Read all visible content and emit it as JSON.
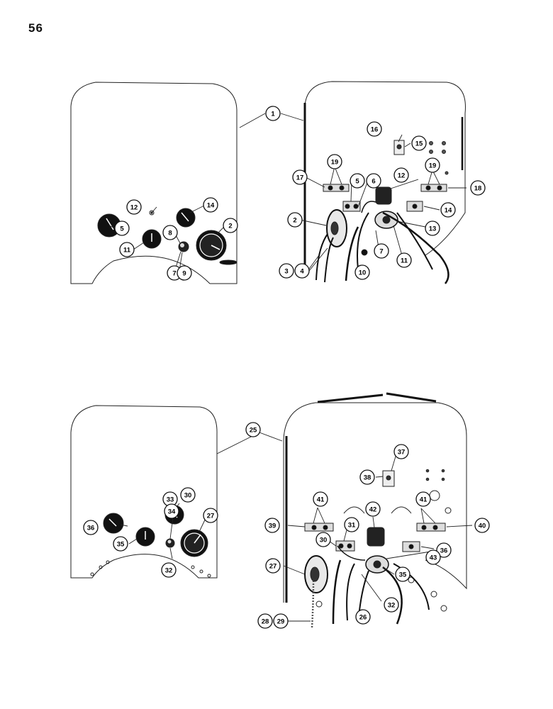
{
  "page": {
    "number": "56"
  },
  "diagrams": [
    {
      "name": "upper-instrument-panel",
      "callouts": {
        "front": [
          "1",
          "12",
          "5",
          "14",
          "2",
          "8",
          "11",
          "7",
          "9"
        ],
        "rear": [
          "16",
          "15",
          "19",
          "19",
          "12",
          "17",
          "5",
          "6",
          "18",
          "2",
          "14",
          "13",
          "7",
          "11",
          "3",
          "4",
          "10"
        ]
      }
    },
    {
      "name": "lower-instrument-panel",
      "callouts": {
        "front": [
          "25",
          "33",
          "30",
          "34",
          "27",
          "36",
          "35",
          "32"
        ],
        "rear": [
          "37",
          "38",
          "41",
          "41",
          "42",
          "39",
          "40",
          "31",
          "30",
          "36",
          "27",
          "35",
          "43",
          "32",
          "26",
          "28",
          "29"
        ]
      }
    }
  ]
}
